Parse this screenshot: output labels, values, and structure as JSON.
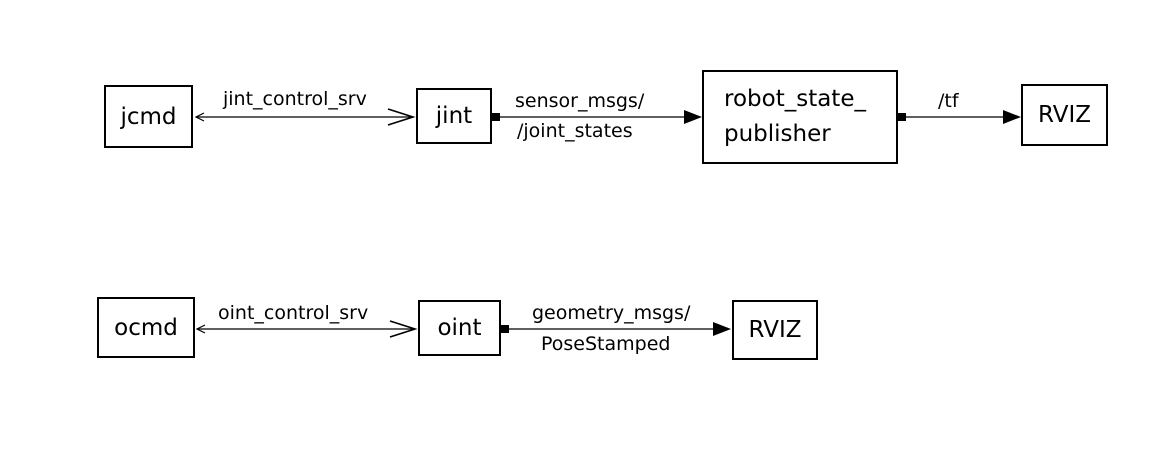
{
  "nodes": {
    "jcmd": "jcmd",
    "jint": "jint",
    "rsp_line1": "robot_state_",
    "rsp_line2": "publisher",
    "rviz_top": "RVIZ",
    "ocmd": "ocmd",
    "oint": "oint",
    "rviz_bottom": "RVIZ"
  },
  "edges": {
    "jint_control_srv": "jint_control_srv",
    "sensor_msgs_line1": "sensor_msgs/",
    "sensor_msgs_line2": "/joint_states",
    "tf": "/tf",
    "oint_control_srv": "oint_control_srv",
    "geometry_msgs_line1": "geometry_msgs/",
    "geometry_msgs_line2": "PoseStamped"
  }
}
